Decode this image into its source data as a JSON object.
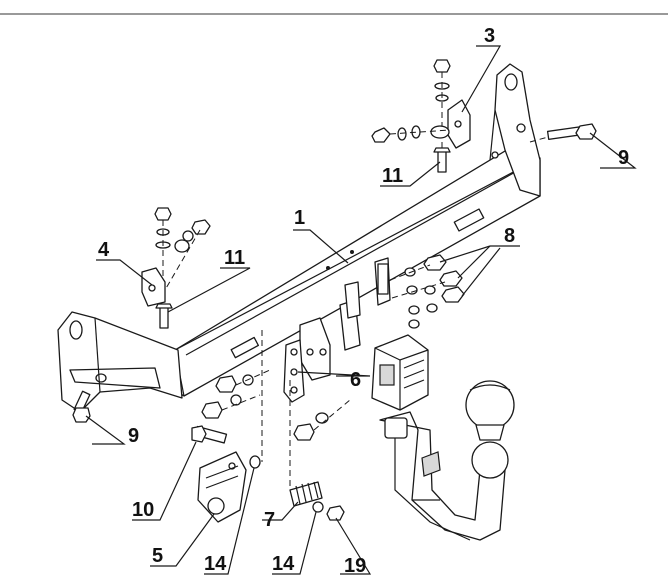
{
  "callouts": {
    "c1": "1",
    "c3": "3",
    "c4": "4",
    "c5": "5",
    "c6": "6",
    "c7": "7",
    "c8": "8",
    "c9_right": "9",
    "c9_left": "9",
    "c10": "10",
    "c11_top": "11",
    "c11_left": "11",
    "c14_a": "14",
    "c14_b": "14",
    "c19": "19"
  },
  "colors": {
    "line": "#1a1a1a",
    "fill": "#ffffff",
    "shade": "#d8d8d8"
  }
}
